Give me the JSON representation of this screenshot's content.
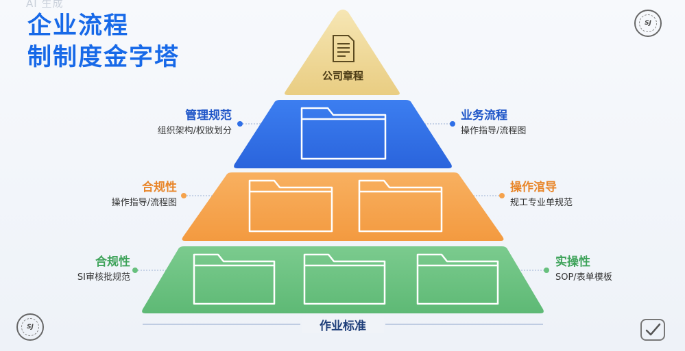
{
  "watermark": "AI 生成",
  "title": {
    "line1": "企业流程",
    "line2": "制制度金字塔"
  },
  "pyramid": {
    "top": {
      "label": "公司章程",
      "color": "#efd79a",
      "icon": "document-icon"
    },
    "tier2": {
      "color": "#2f6fe7",
      "folders": 1
    },
    "tier3": {
      "color": "#f5a24b",
      "folders": 2
    },
    "tier4": {
      "color": "#67c07d",
      "folders": 3
    },
    "base_label": "作业标准"
  },
  "side_labels": [
    {
      "id": "mgmt",
      "head": "管理规范",
      "sub": "组织架构/权敓划分",
      "color": "#1f56c8",
      "side": "left"
    },
    {
      "id": "biz",
      "head": "业务流程",
      "sub": "操作指导/流程图",
      "color": "#1f56c8",
      "side": "right"
    },
    {
      "id": "compliance1",
      "head": "合规性",
      "sub": "操作指导/流程图",
      "color": "#e8862a",
      "side": "left"
    },
    {
      "id": "guide",
      "head": "操作涫导",
      "sub": "规工专业单规范",
      "color": "#e8862a",
      "side": "right"
    },
    {
      "id": "compliance2",
      "head": "合规性",
      "sub": "SI审核批规范",
      "color": "#3ea35a",
      "side": "left"
    },
    {
      "id": "practical",
      "head": "实操性",
      "sub": "SOP/表单模板",
      "color": "#3ea35a",
      "side": "right"
    }
  ],
  "stamps": {
    "seal_text": "SJ"
  }
}
